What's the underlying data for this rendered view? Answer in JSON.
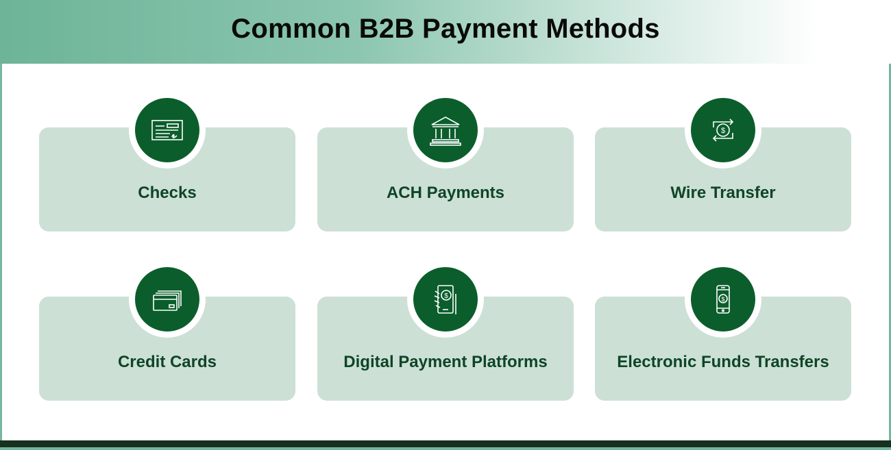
{
  "title": "Common B2B Payment Methods",
  "colors": {
    "header_gradient_start": "#6db498",
    "card": "#cde0d5",
    "icon_circle": "#0b5e2c",
    "label": "#0e4527",
    "bottom_bar": "#17301f"
  },
  "methods": [
    {
      "label": "Checks",
      "icon": "check-icon"
    },
    {
      "label": "ACH Payments",
      "icon": "bank-icon"
    },
    {
      "label": "Wire Transfer",
      "icon": "transfer-icon"
    },
    {
      "label": "Credit Cards",
      "icon": "credit-card-icon"
    },
    {
      "label": "Digital Payment Platforms",
      "icon": "hand-phone-dollar-icon"
    },
    {
      "label": "Electronic Funds Transfers",
      "icon": "phone-dollar-icon"
    }
  ]
}
